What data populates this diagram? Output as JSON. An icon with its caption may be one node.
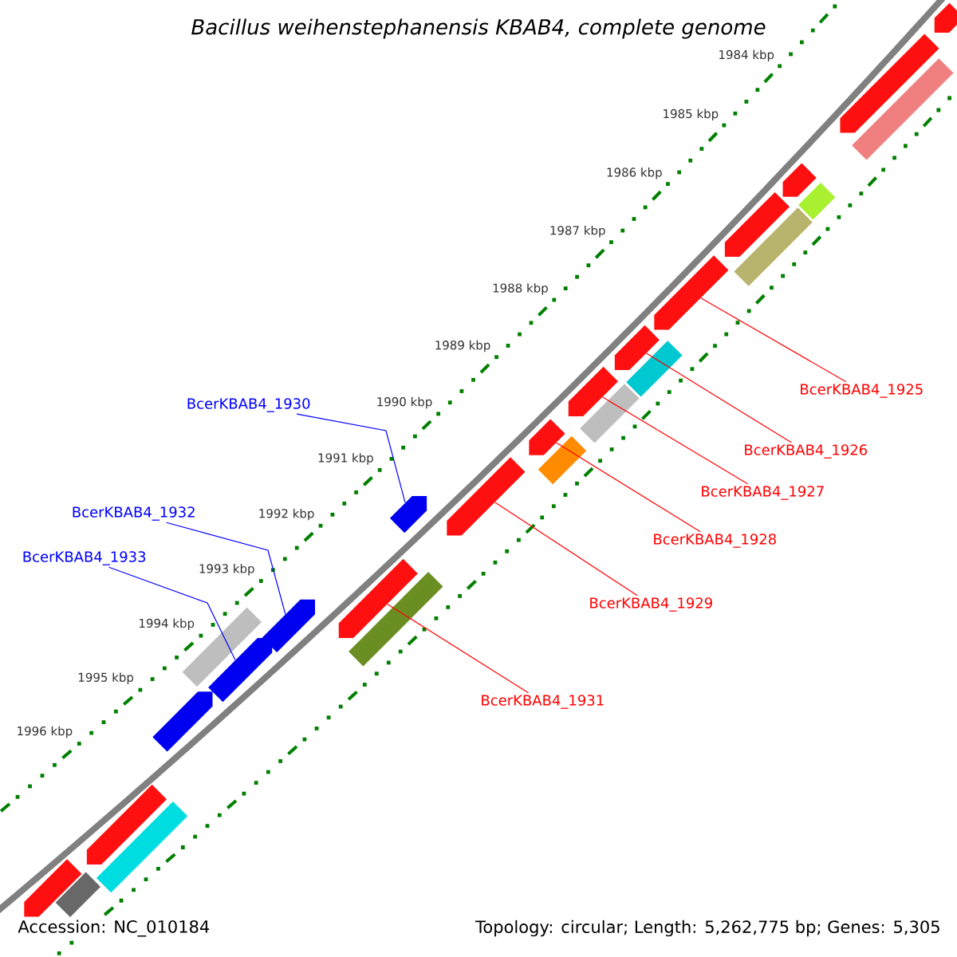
{
  "diagram": {
    "title": "Bacillus weihenstephanensis KBAB4, complete genome",
    "nodes": [
      {
        "text": [
          "BcerKBAB4_1925"
        ]
      },
      {
        "text": [
          "BcerKBAB4_1930"
        ]
      },
      {
        "text": [
          "BcerKBAB4_1926"
        ]
      },
      {
        "text": [
          "BcerKBAB4_1927"
        ]
      },
      {
        "text": [
          "BcerKBAB4_1932"
        ]
      },
      {
        "text": [
          "BcerKBAB4_1928"
        ]
      },
      {
        "text": [
          "BcerKBAB4_1933"
        ]
      },
      {
        "text": [
          "BcerKBAB4_1929"
        ]
      },
      {
        "text": [
          "BcerKBAB4_1931"
        ]
      },
      {
        "text": [],
        "shape": "arrow"
      },
      {
        "text": [],
        "shape": "arrow"
      },
      {
        "text": [],
        "shape": "bar"
      },
      {
        "text": [],
        "shape": "arrow"
      },
      {
        "text": [],
        "shape": "bar"
      },
      {
        "text": [],
        "shape": "arrow"
      },
      {
        "text": [],
        "shape": "bar"
      },
      {
        "text": [],
        "shape": "arrow"
      },
      {
        "text": [],
        "shape": "arrow"
      },
      {
        "text": [],
        "shape": "bar"
      },
      {
        "text": [],
        "shape": "arrow"
      },
      {
        "text": [],
        "shape": "bar"
      },
      {
        "text": [],
        "shape": "arrow"
      },
      {
        "text": [],
        "shape": "bar"
      },
      {
        "text": [],
        "shape": "arrow"
      },
      {
        "text": [],
        "shape": "arrow"
      },
      {
        "text": [],
        "shape": "arrow"
      },
      {
        "text": [],
        "shape": "bar"
      },
      {
        "text": [],
        "shape": "arrow"
      },
      {
        "text": [],
        "shape": "bar"
      },
      {
        "text": [],
        "shape": "arrow"
      },
      {
        "text": [],
        "shape": "arrow"
      },
      {
        "text": [],
        "shape": "arrow"
      },
      {
        "text": [],
        "shape": "bar"
      },
      {
        "text": [],
        "shape": "arrow"
      },
      {
        "text": [],
        "shape": "bar"
      }
    ],
    "edges": [
      {
        "from": 0,
        "to": 16,
        "arrow": "none"
      },
      {
        "from": 1,
        "to": 24,
        "arrow": "none",
        "color": "#0000ff"
      },
      {
        "from": 2,
        "to": 17,
        "arrow": "none"
      },
      {
        "from": 3,
        "to": 19,
        "arrow": "none"
      },
      {
        "from": 4,
        "to": 27,
        "arrow": "none",
        "color": "#0000ff"
      },
      {
        "from": 5,
        "to": 21,
        "arrow": "none"
      },
      {
        "from": 6,
        "to": 29,
        "arrow": "none",
        "color": "#0000ff"
      },
      {
        "from": 7,
        "to": 23,
        "arrow": "none"
      },
      {
        "from": 8,
        "to": 25,
        "arrow": "none"
      }
    ],
    "labels": [
      "1984 kbp",
      "1985 kbp",
      "1986 kbp",
      "1987 kbp",
      "1988 kbp",
      "1989 kbp",
      "1990 kbp",
      "1991 kbp",
      "1992 kbp",
      "1993 kbp",
      "1994 kbp",
      "1995 kbp",
      "1996 kbp",
      "Accession: NC_010184",
      "Topology: circular; Length: 5,262,775 bp; Genes: 5,305"
    ]
  }
}
